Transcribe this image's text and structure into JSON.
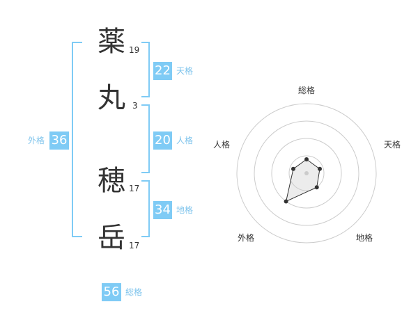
{
  "characters": [
    {
      "char": "薬",
      "strokes": "19"
    },
    {
      "char": "丸",
      "strokes": "3"
    },
    {
      "char": "穂",
      "strokes": "17"
    },
    {
      "char": "岳",
      "strokes": "17"
    }
  ],
  "fortunes": {
    "tenkaku": {
      "value": "22",
      "label": "天格"
    },
    "jinkaku": {
      "value": "20",
      "label": "人格"
    },
    "chikaku": {
      "value": "34",
      "label": "地格"
    },
    "gaikaku": {
      "value": "36",
      "label": "外格"
    },
    "soukaku": {
      "value": "56",
      "label": "総格"
    }
  },
  "radar": {
    "axes": [
      "総格",
      "天格",
      "地格",
      "外格",
      "人格"
    ],
    "values": [
      0.2,
      0.2,
      0.25,
      0.5,
      0.2
    ],
    "bracket_color": "#7fcbf5",
    "badge_color": "#7fcbf5"
  }
}
